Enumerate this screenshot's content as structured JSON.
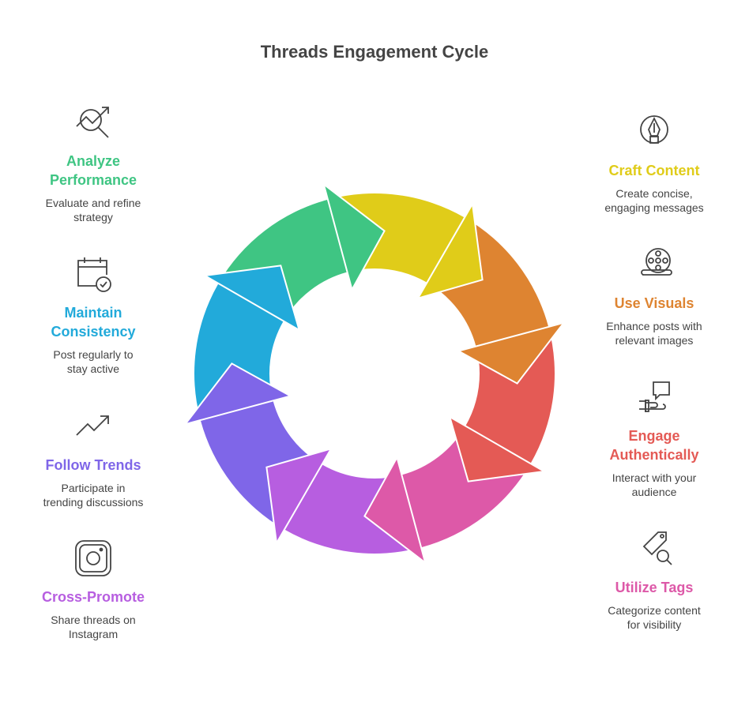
{
  "title": "Threads Engagement Cycle",
  "steps": [
    {
      "title_lines": [
        "Craft",
        "Content"
      ],
      "title": "Craft Content",
      "desc_lines": [
        "Create concise,",
        "engaging messages"
      ],
      "color": "#E0CC19",
      "icon": "pen-nib-icon"
    },
    {
      "title": "Use Visuals",
      "desc_lines": [
        "Enhance posts with",
        "relevant images"
      ],
      "color": "#DE8431",
      "icon": "film-reel-icon"
    },
    {
      "title_lines": [
        "Engage",
        "Authentically"
      ],
      "desc_lines": [
        "Interact with your",
        "audience"
      ],
      "color": "#E45A55",
      "icon": "handshake-chat-icon"
    },
    {
      "title": "Utilize Tags",
      "desc_lines": [
        "Categorize content",
        "for visibility"
      ],
      "color": "#DD59A8",
      "icon": "tag-search-icon"
    },
    {
      "title": "Cross-Promote",
      "desc_lines": [
        "Share threads on",
        "Instagram"
      ],
      "color": "#B75EE0",
      "icon": "instagram-icon"
    },
    {
      "title": "Follow Trends",
      "desc_lines": [
        "Participate in",
        "trending discussions"
      ],
      "color": "#7F66E8",
      "icon": "trend-up-icon"
    },
    {
      "title_lines": [
        "Maintain",
        "Consistency"
      ],
      "desc_lines": [
        "Post regularly to",
        "stay active"
      ],
      "color": "#22AADA",
      "icon": "calendar-check-icon"
    },
    {
      "title_lines": [
        "Analyze",
        "Performance"
      ],
      "desc_lines": [
        "Evaluate and refine",
        "strategy"
      ],
      "color": "#3FC583",
      "icon": "analytics-search-icon"
    }
  ]
}
